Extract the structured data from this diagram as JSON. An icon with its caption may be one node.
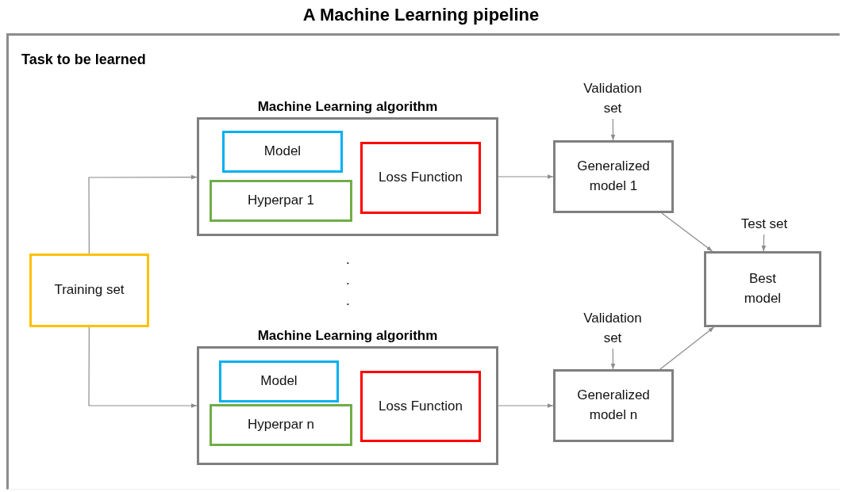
{
  "diagram": {
    "title": "A Machine Learning pipeline",
    "nodes": [
      {
        "text": [
          "Task to be learned"
        ]
      },
      {
        "text": [
          "Machine Learning algorithm"
        ],
        "in": 0
      },
      {
        "text": [
          "Model"
        ],
        "in": 1
      },
      {
        "text": [
          "Hyperpar 1"
        ],
        "in": 1
      },
      {
        "text": [
          "Loss Function"
        ],
        "in": 1
      },
      {
        "text": [
          "Machine Learning algorithm"
        ],
        "in": 0
      },
      {
        "text": [
          "Model"
        ],
        "in": 5
      },
      {
        "text": [
          "Hyperpar n"
        ],
        "in": 5
      },
      {
        "text": [
          "Loss Function"
        ],
        "in": 5
      },
      {
        "text": [
          "Training set"
        ],
        "in": 0
      },
      {
        "text": [
          "Validation set"
        ],
        "in": 0
      },
      {
        "text": [
          "Generalized model 1"
        ],
        "in": 0
      },
      {
        "text": [
          "Test set"
        ],
        "in": 0
      },
      {
        "text": [
          "Best model"
        ],
        "in": 0
      },
      {
        "text": [
          "Validation set"
        ],
        "in": 0
      },
      {
        "text": [
          "Generalized model n"
        ],
        "in": 0
      }
    ],
    "edges": [
      {
        "from": 9,
        "to": 1,
        "arrow": "to"
      },
      {
        "from": 9,
        "to": 5,
        "arrow": "to"
      },
      {
        "from": 1,
        "to": 11,
        "arrow": "to"
      },
      {
        "from": 5,
        "to": 15,
        "arrow": "to"
      },
      {
        "from": 10,
        "to": 11,
        "arrow": "to"
      },
      {
        "from": 14,
        "to": 15,
        "arrow": "to"
      },
      {
        "from": 11,
        "to": 13,
        "arrow": "to"
      },
      {
        "from": 15,
        "to": 13,
        "arrow": "to"
      },
      {
        "from": 12,
        "to": 13,
        "arrow": "to"
      }
    ],
    "labels": [
      ".",
      ".",
      "."
    ]
  }
}
